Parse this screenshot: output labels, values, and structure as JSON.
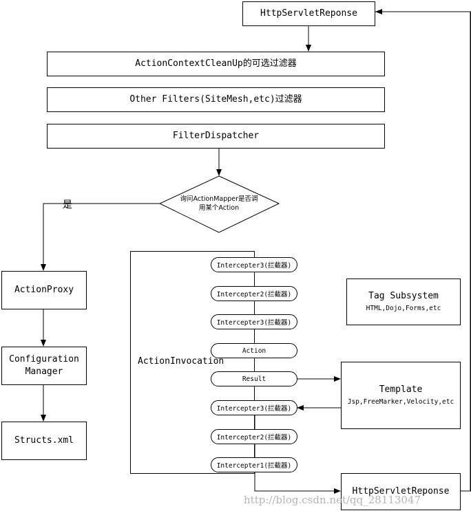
{
  "nodes": {
    "http_response_top": "HttpServletReponse",
    "cleanup_filter": "ActionContextCleanUp的可选过滤器",
    "other_filters": "Other Filters(SiteMesh,etc)过滤器",
    "filter_dispatcher": "FilterDispatcher",
    "decision": "询问ActionMapper是否调用某个Action",
    "decision_line1": "询问ActionMapper是否调",
    "decision_line2": "用某个Action",
    "yes_label": "是",
    "action_proxy": "ActionProxy",
    "configuration_manager": "Configuration Manager",
    "config_line1": "Configuration",
    "config_line2": "Manager",
    "structs_xml": "Structs.xml",
    "action_invocation": "ActionInvocation",
    "tag_subsystem": {
      "title": "Tag Subsystem",
      "subtitle": "HTML,Dojo,Forms,etc"
    },
    "template": {
      "title": "Template",
      "subtitle": "Jsp,FreeMarker,Velocity,etc"
    },
    "http_response_bottom": "HttpServletReponse"
  },
  "invocation_chain": [
    "Intercepter3(拦截器)",
    "Intercepter2(拦截器)",
    "Intercepter3(拦截器)",
    "Action",
    "Result",
    "Intercepter3(拦截器)",
    "Intercepter2(拦截器)",
    "Intercepter1(拦截器)"
  ],
  "watermark": "http://blog.csdn.net/qq_28113047"
}
